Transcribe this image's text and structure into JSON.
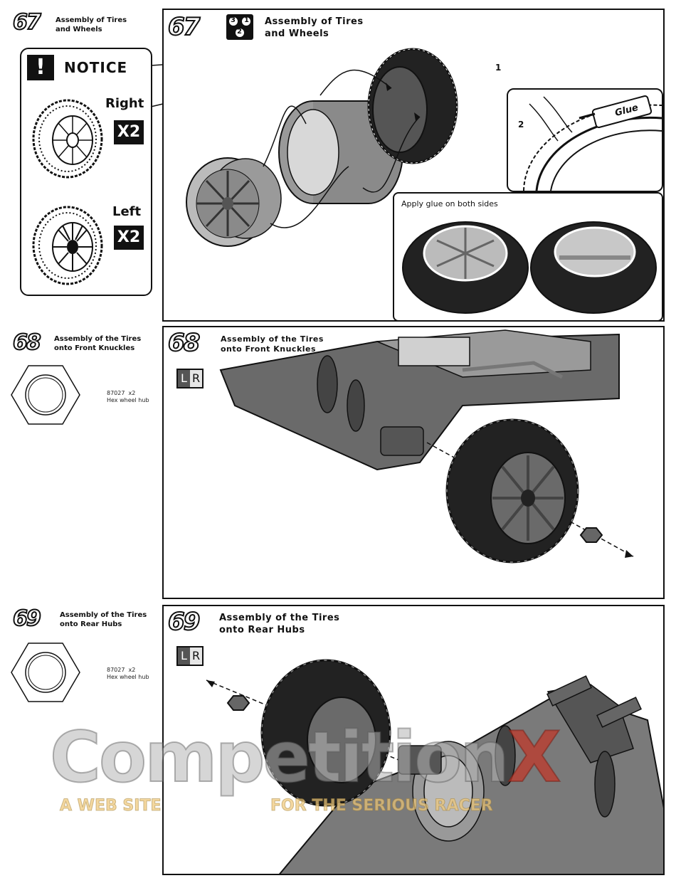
{
  "step67": {
    "number": "67",
    "small_title_line1": "Assembly of Tires",
    "small_title_line2": "and Wheels",
    "panel_title_line1": "Assembly of Tires",
    "panel_title_line2": "and Wheels",
    "order_icon": "sequence-icon",
    "order_digits": [
      "3",
      "1",
      "2"
    ],
    "notice_label": "NOTICE",
    "right_label": "Right",
    "right_qty": "X2",
    "left_label": "Left",
    "left_qty": "X2",
    "callout_1": "1",
    "callout_2": "2",
    "glue_label": "Glue",
    "glue_note": "Apply glue on both sides"
  },
  "step68": {
    "number": "68",
    "small_title_line1": "Assembly of the Tires",
    "small_title_line2": "onto Front Knuckles",
    "panel_title_line1": "Assembly of the Tires",
    "panel_title_line2": "onto Front Knuckles",
    "lr_left": "L",
    "lr_right": "R",
    "part_number": "87027",
    "part_qty": "x2",
    "part_name": "Hex wheel hub"
  },
  "step69": {
    "number": "69",
    "small_title_line1": "Assembly of the Tires",
    "small_title_line2": "onto Rear Hubs",
    "panel_title_line1": "Assembly of the Tires",
    "panel_title_line2": "onto Rear Hubs",
    "lr_left": "L",
    "lr_right": "R",
    "part_number": "87027",
    "part_qty": "x2",
    "part_name": "Hex wheel hub"
  },
  "watermark": {
    "brand_main": "Competition",
    "brand_accent": "X",
    "tagline_left": "A WEB SITE",
    "tagline_right": "FOR THE SERIOUS RACER",
    "accent_color": "#c0392b"
  }
}
